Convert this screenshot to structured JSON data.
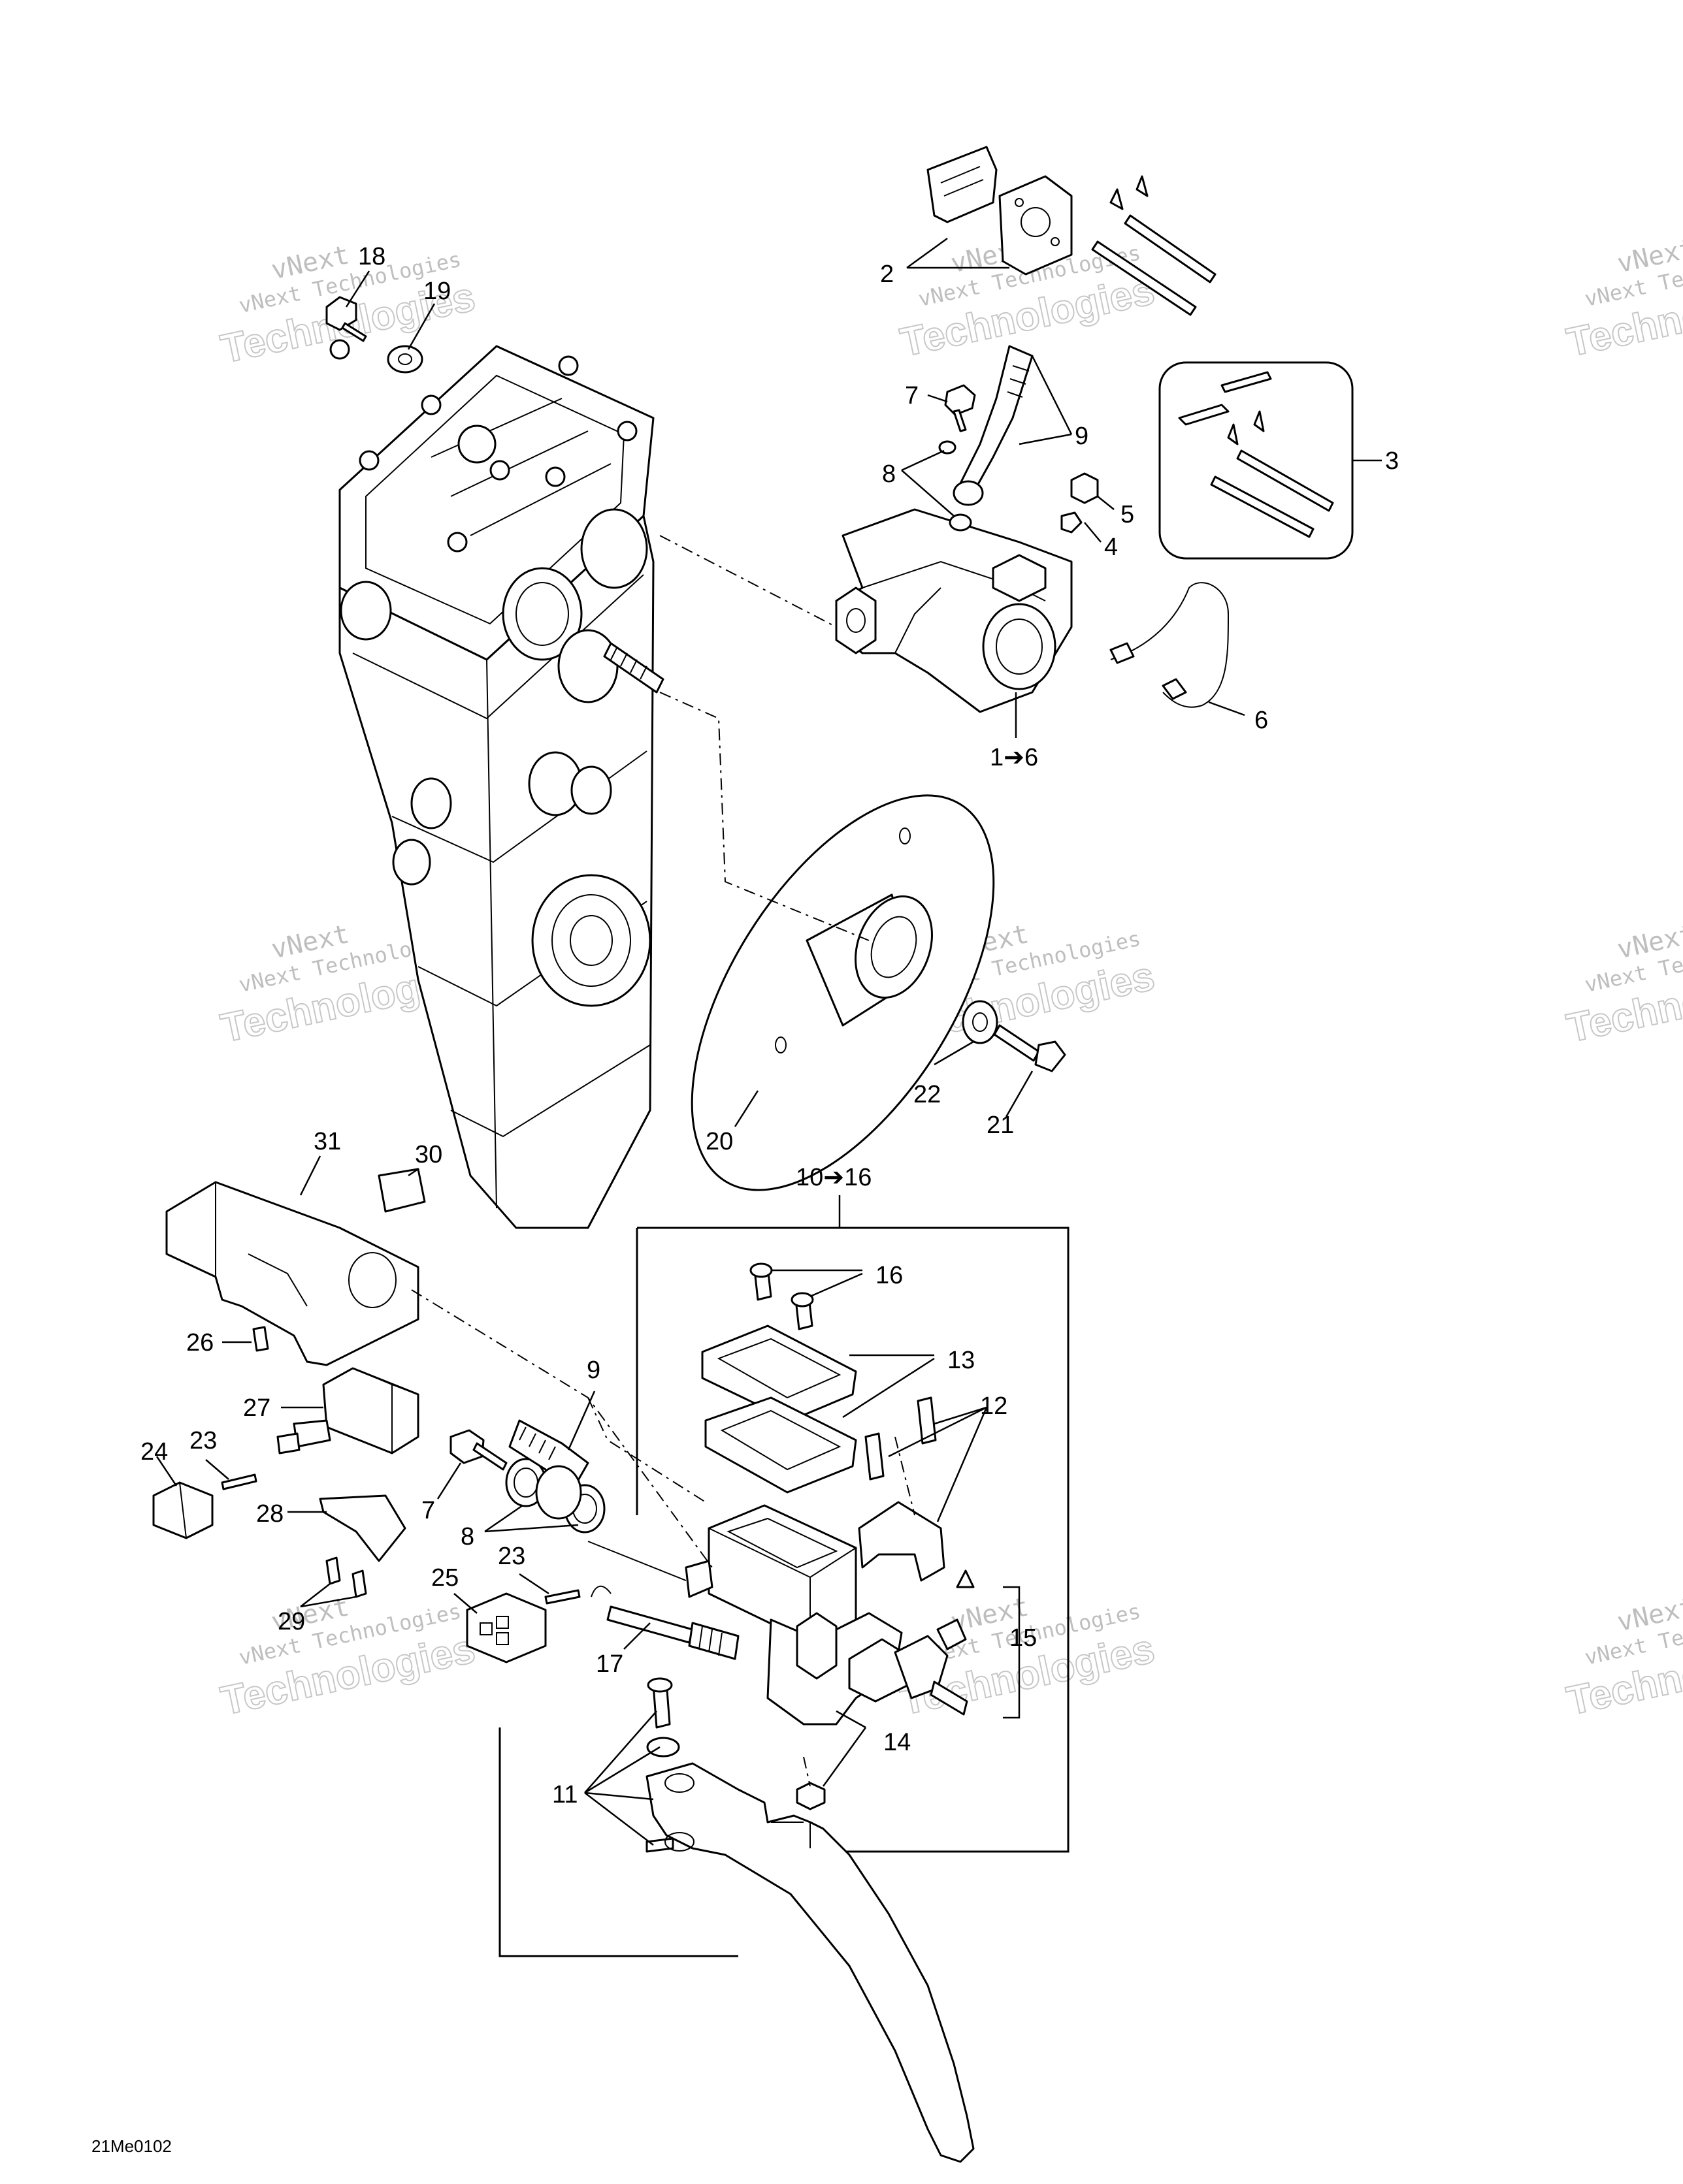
{
  "diagram_code": "21Me0102",
  "watermark": {
    "line1": "vNext",
    "line2": "vNext Technologies",
    "line3": "Technologies"
  },
  "callouts": {
    "c1_6": "1➔6",
    "c2": "2",
    "c3": "3",
    "c4": "4",
    "c5": "5",
    "c6": "6",
    "c7a": "7",
    "c7b": "7",
    "c8a": "8",
    "c8b": "8",
    "c9a": "9",
    "c9b": "9",
    "c10_16": "10➔16",
    "c11": "11",
    "c12": "12",
    "c13": "13",
    "c14": "14",
    "c15": "15",
    "c16": "16",
    "c17": "17",
    "c18": "18",
    "c19": "19",
    "c20": "20",
    "c21": "21",
    "c22": "22",
    "c23a": "23",
    "c23b": "23",
    "c24": "24",
    "c25": "25",
    "c26": "26",
    "c27": "27",
    "c28": "28",
    "c29": "29",
    "c30": "30",
    "c31": "31"
  }
}
